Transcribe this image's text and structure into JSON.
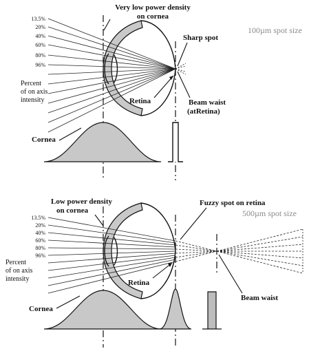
{
  "top": {
    "header": "Very low power density",
    "header2": "on cornea",
    "spot_size": "100µm spot size",
    "sharp_spot": "Sharp spot",
    "beam_waist": "Beam waist",
    "beam_waist2": "(atRetina)",
    "retina": "Retina",
    "cornea": "Cornea",
    "percent_label": [
      "Percent",
      "of on axis",
      "intensity"
    ],
    "percents": [
      "13.5%",
      "20%",
      "40%",
      "60%",
      "80%",
      "96%"
    ]
  },
  "bottom": {
    "header": "Low power density",
    "header2": "on cornea",
    "fuzzy": "Fuzzy spot on retina",
    "spot_size": "500µm spot size",
    "retina": "Retina",
    "cornea": "Cornea",
    "beam_waist": "Beam waist",
    "percent_label": [
      "Percent",
      "of on axis",
      "intensity"
    ],
    "percents": [
      "13.5%",
      "20%",
      "40%",
      "60%",
      "80%",
      "96%"
    ]
  }
}
